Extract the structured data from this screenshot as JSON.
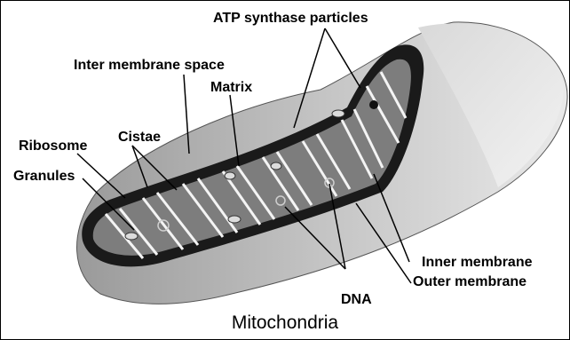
{
  "labels": {
    "atp_synthase": "ATP synthase particles",
    "inter_membrane_space": "Inter membrane space",
    "matrix": "Matrix",
    "ribosome": "Ribosome",
    "cistae": "Cistae",
    "granules": "Granules",
    "inner_membrane": "Inner membrane",
    "outer_membrane": "Outer membrane",
    "dna": "DNA"
  },
  "title": "Mitochondria"
}
